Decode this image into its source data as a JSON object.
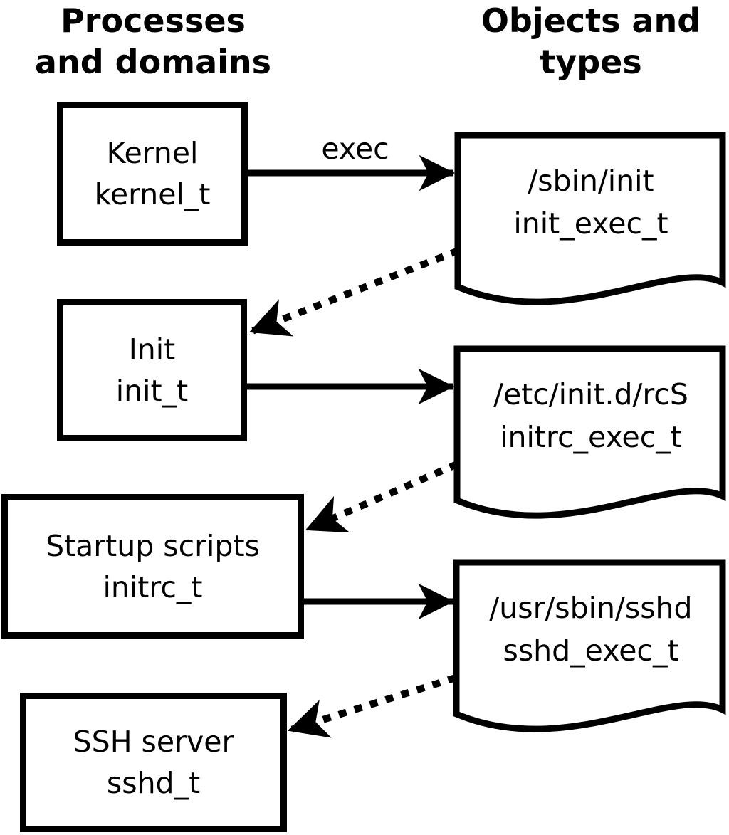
{
  "diagram": {
    "title_semantics": "SELinux domain transition flow",
    "colors": {
      "ink": "#000000",
      "paper": "#ffffff"
    },
    "headers": {
      "left": {
        "line1": "Processes",
        "line2": "and domains"
      },
      "right": {
        "line1": "Objects and",
        "line2": "types"
      }
    },
    "process_boxes": [
      {
        "id": "kernel",
        "line1": "Kernel",
        "line2": "kernel_t"
      },
      {
        "id": "init",
        "line1": "Init",
        "line2": "init_t"
      },
      {
        "id": "startup",
        "line1": "Startup scripts",
        "line2": "initrc_t"
      },
      {
        "id": "sshd",
        "line1": "SSH server",
        "line2": "sshd_t"
      }
    ],
    "object_docs": [
      {
        "id": "sbin-init",
        "line1": "/sbin/init",
        "line2": "init_exec_t"
      },
      {
        "id": "rcs",
        "line1": "/etc/init.d/rcS",
        "line2": "initrc_exec_t"
      },
      {
        "id": "sshd-exec",
        "line1": "/usr/sbin/sshd",
        "line2": "sshd_exec_t"
      }
    ],
    "edge_labels": {
      "exec": "exec"
    },
    "edges": {
      "solid": [
        "kernel→/sbin/init (exec)",
        "init→/etc/init.d/rcS",
        "initrc→/usr/sbin/sshd"
      ],
      "dotted": [
        "/sbin/init→init_t",
        "/etc/init.d/rcS→initrc_t",
        "/usr/sbin/sshd→sshd_t"
      ]
    }
  }
}
